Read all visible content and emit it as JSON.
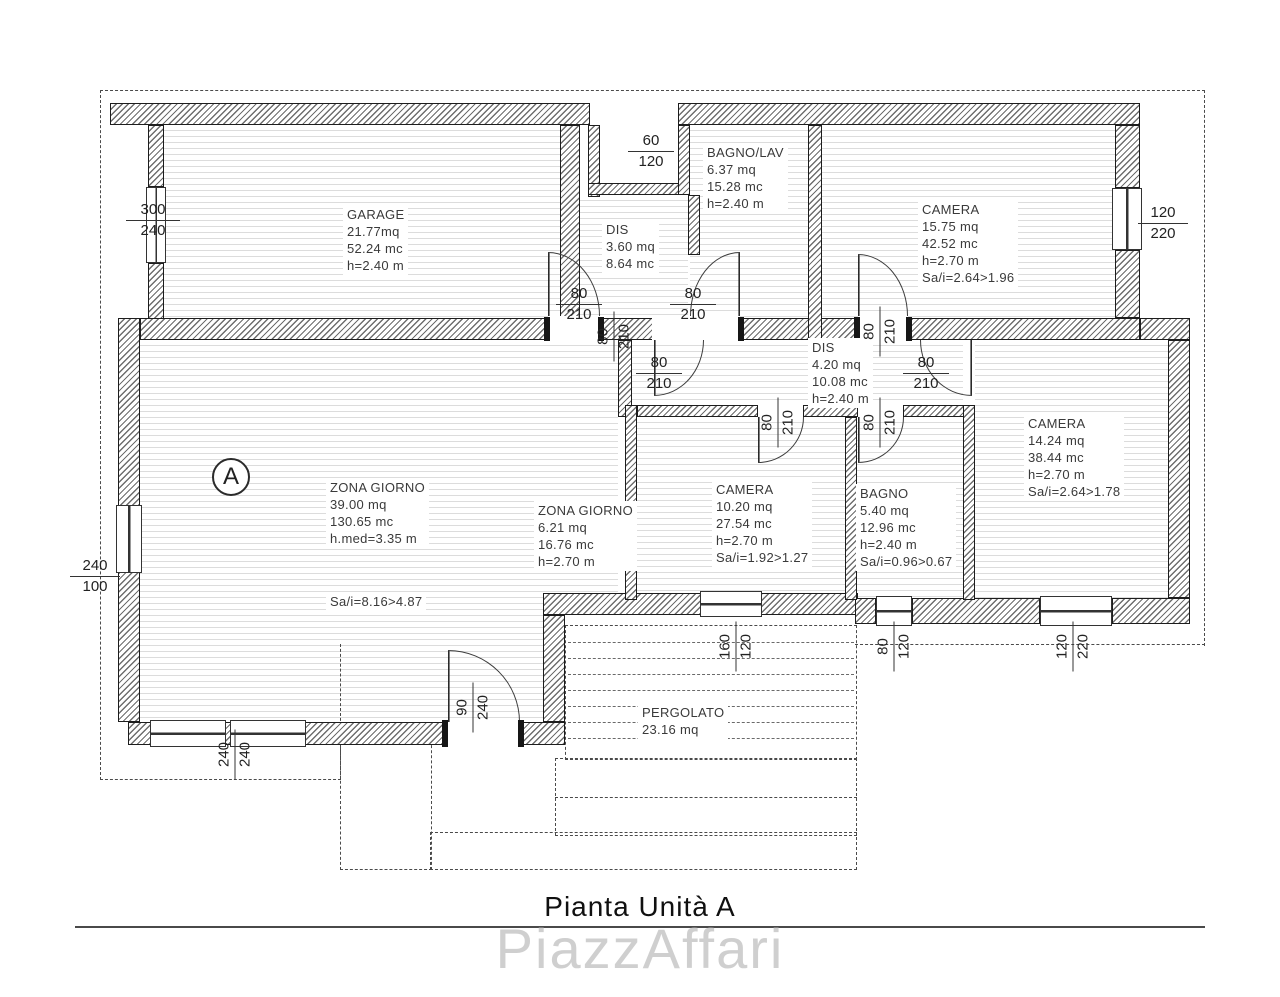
{
  "title": "Pianta Unità A",
  "watermark": "PiazzAffari",
  "unit_marker": "A",
  "rooms": {
    "garage": {
      "name": "GARAGE",
      "l1": "21.77mq",
      "l2": "52.24 mc",
      "l3": "h=2.40 m"
    },
    "bagno_lav": {
      "name": "BAGNO/LAV",
      "l1": "6.37 mq",
      "l2": "15.28 mc",
      "l3": "h=2.40 m"
    },
    "dis_top": {
      "name": "DIS",
      "l1": "3.60 mq",
      "l2": "8.64 mc"
    },
    "camera_ne": {
      "name": "CAMERA",
      "l1": "15.75 mq",
      "l2": "42.52 mc",
      "l3": "h=2.70 m",
      "l4": "Sa/i=2.64>1.96"
    },
    "dis_mid": {
      "name": "DIS",
      "l1": "4.20 mq",
      "l2": "10.08 mc",
      "l3": "h=2.40 m"
    },
    "zona_giorno": {
      "name": "ZONA GIORNO",
      "l1": "39.00 mq",
      "l2": "130.65 mc",
      "l3": "h.med=3.35 m",
      "l4": "Sa/i=8.16>4.87"
    },
    "zona_giorno_2": {
      "name": "ZONA GIORNO",
      "l1": "6.21 mq",
      "l2": "16.76 mc",
      "l3": "h=2.70 m"
    },
    "camera_mid": {
      "name": "CAMERA",
      "l1": "10.20 mq",
      "l2": "27.54 mc",
      "l3": "h=2.70 m",
      "l4": "Sa/i=1.92>1.27"
    },
    "bagno": {
      "name": "BAGNO",
      "l1": "5.40 mq",
      "l2": "12.96 mc",
      "l3": "h=2.40 m",
      "l4": "Sa/i=0.96>0.67"
    },
    "camera_e": {
      "name": "CAMERA",
      "l1": "14.24 mq",
      "l2": "38.44 mc",
      "l3": "h=2.70 m",
      "l4": "Sa/i=2.64>1.78"
    },
    "pergolato": {
      "name": "PERGOLATO",
      "l1": "23.16 mq"
    }
  },
  "dims": {
    "h1": {
      "a": "60",
      "b": "120"
    },
    "h2": {
      "a": "300",
      "b": "240"
    },
    "h3": {
      "a": "80",
      "b": "210"
    },
    "h4": {
      "a": "80",
      "b": "210"
    },
    "h5": {
      "a": "80",
      "b": "210"
    },
    "h6": {
      "a": "80",
      "b": "210"
    },
    "h7": {
      "a": "120",
      "b": "220"
    },
    "h8": {
      "a": "240",
      "b": "100"
    },
    "v1": {
      "a": "80",
      "b": "210"
    },
    "v2": {
      "a": "80",
      "b": "210"
    },
    "v3": {
      "a": "80",
      "b": "210"
    },
    "v4": {
      "a": "80",
      "b": "210"
    },
    "v5": {
      "a": "90",
      "b": "240"
    },
    "v6": {
      "a": "240",
      "b": "240"
    },
    "v7": {
      "a": "160",
      "b": "120"
    },
    "v8": {
      "a": "80",
      "b": "120"
    },
    "v9": {
      "a": "120",
      "b": "220"
    }
  }
}
